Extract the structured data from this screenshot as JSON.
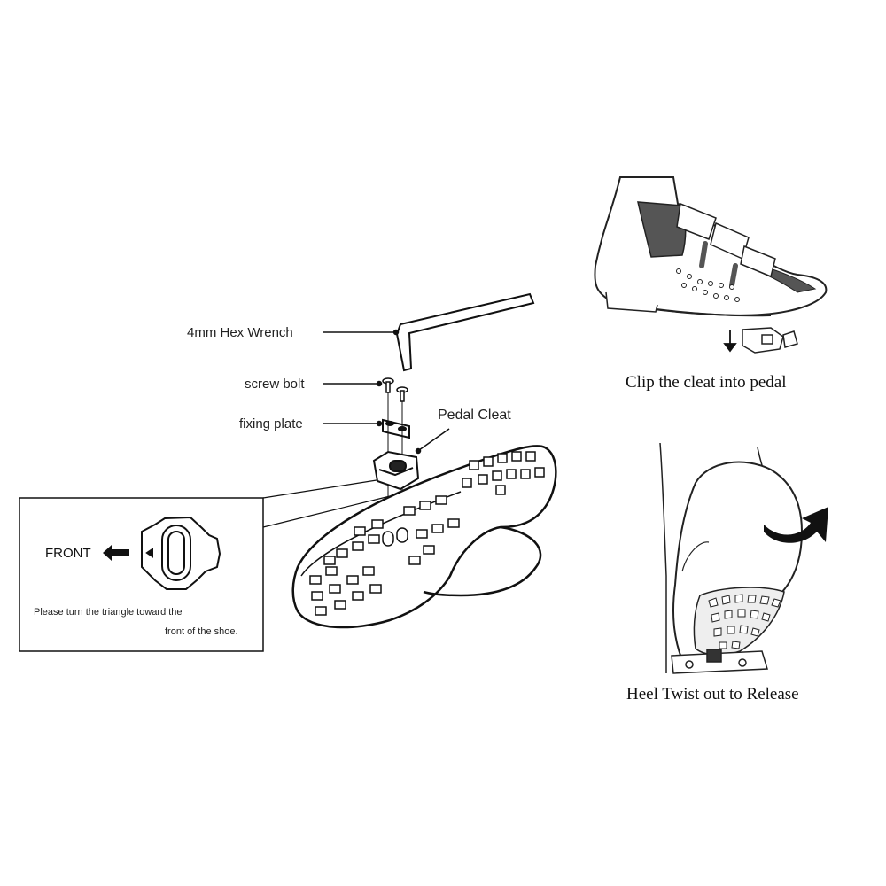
{
  "labels": {
    "hex_wrench": "4mm Hex Wrench",
    "screw_bolt": "screw bolt",
    "fixing_plate": "fixing plate",
    "pedal_cleat": "Pedal Cleat"
  },
  "inset": {
    "front": "FRONT",
    "note_line1": "Please turn the triangle toward the",
    "note_line2": "front of the shoe."
  },
  "captions": {
    "clip_in": "Clip the cleat into pedal",
    "release": "Heel Twist out to Release"
  }
}
